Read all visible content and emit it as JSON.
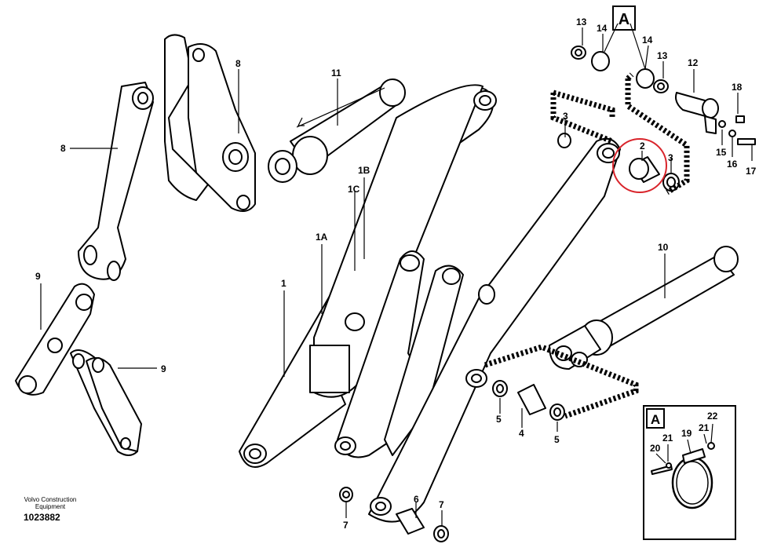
{
  "footer": {
    "company": "Volvo Construction Equipment",
    "part_number": "1023882"
  },
  "detail": {
    "letter": "A"
  },
  "labels": {
    "l1": "1",
    "l1A": "1A",
    "l1B": "1B",
    "l1C": "1C",
    "l2": "2",
    "l3a": "3",
    "l3b": "3",
    "l4": "4",
    "l5a": "5",
    "l5b": "5",
    "l6": "6",
    "l7a": "7",
    "l7b": "7",
    "l8a": "8",
    "l8b": "8",
    "l9a": "9",
    "l9b": "9",
    "l10": "10",
    "l11": "11",
    "l12": "12",
    "l13a": "13",
    "l13b": "13",
    "l14a": "14",
    "l14b": "14",
    "l15": "15",
    "l16": "16",
    "l17": "17",
    "l18": "18",
    "l19": "19",
    "l20": "20",
    "l21a": "21",
    "l21b": "21",
    "l22": "22"
  }
}
